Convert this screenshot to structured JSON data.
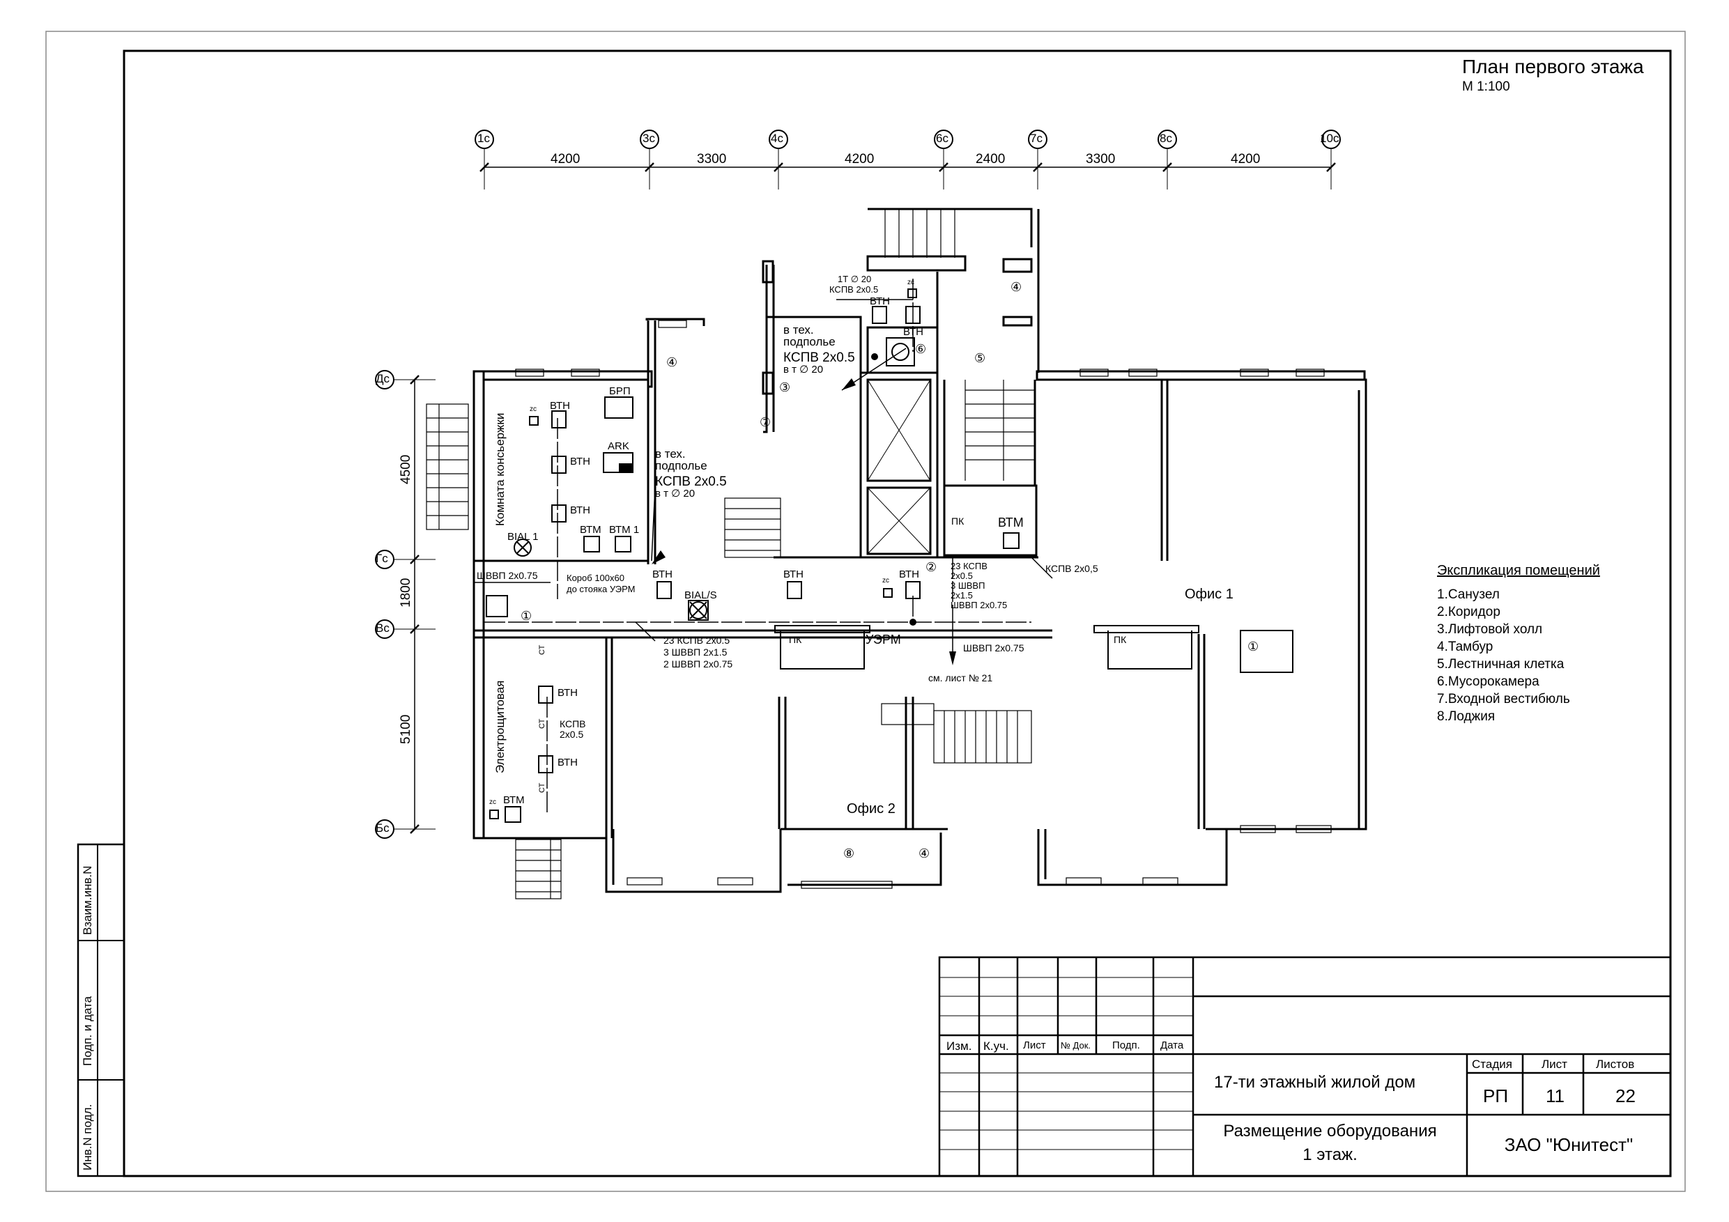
{
  "drawing": {
    "title": "План первого этажа",
    "scale": "М 1:100"
  },
  "grid_axes": {
    "columns": [
      "1с",
      "3с",
      "4с",
      "6с",
      "7с",
      "8с",
      "10с"
    ],
    "column_spacing": [
      "4200",
      "3300",
      "4200",
      "2400",
      "3300",
      "4200"
    ],
    "rows": [
      "Дс",
      "Гс",
      "Вс",
      "Бс"
    ],
    "row_spacing": [
      "4500",
      "1800",
      "5100"
    ]
  },
  "rooms": {
    "concierge": "Комната консьержки",
    "electrical": "Электрощитовая",
    "office1": "Офис 1",
    "office2": "Офис 2",
    "numbers": [
      "①",
      "②",
      "③",
      "④",
      "⑤",
      "⑥",
      "⑦",
      "⑧"
    ]
  },
  "equipment": {
    "vtn": "ВТН",
    "vtm": "ВТМ",
    "vtm1": "ВТМ 1",
    "zc": "zc",
    "ct": "СТ",
    "brp": "БРП",
    "ark": "ARK",
    "bial1": "BIAL 1",
    "bials": "BIAL/S",
    "pk": "ПК",
    "uerm": "УЭРМ"
  },
  "annotations": {
    "tech_basement_1": [
      "в тех.",
      "подполье",
      "КСПВ 2х0.5",
      "в т ∅ 20"
    ],
    "tech_basement_2": [
      "в тех.",
      "подполье",
      "КСПВ 2х0.5",
      "в т ∅ 20"
    ],
    "top_cable": [
      "1Т ∅ 20",
      "КСПВ 2х0.5"
    ],
    "shvvp_left": "ШВВП 2х0.75",
    "korob": [
      "Короб 100х60",
      "до стояка УЭРМ"
    ],
    "bundle_left": [
      "23 КСПВ 2х0.5",
      "3 ШВВП 2х1.5",
      "2 ШВВП 2х0.75"
    ],
    "bundle_right": [
      "23 КСПВ",
      "2х0.5",
      "3 ШВВП",
      "2х1.5",
      "ШВВП 2х0.75"
    ],
    "kspv_right": "КСПВ 2х0,5",
    "shvvp_uerm": "ШВВП 2х0.75",
    "see_sheet": "см. лист № 21",
    "kspv_electric": [
      "КСПВ",
      "2х0.5"
    ]
  },
  "legend": {
    "title": "Экспликация помещений",
    "items": [
      "1.Санузел",
      "2.Коридор",
      "3.Лифтовой холл",
      "4.Тамбур",
      "5.Лестничная клетка",
      "6.Мусорокамера",
      "7.Входной вестибюль",
      "8.Лоджия"
    ]
  },
  "side_stamp": {
    "vzaim": "Взаим.инв.N",
    "podp": "Подп. и дата",
    "inv": "Инв.N подл."
  },
  "title_block": {
    "headers": [
      "Изм.",
      "К.уч.",
      "Лист",
      "№ Док.",
      "Подп.",
      "Дата"
    ],
    "project": "17-ти этажный жилой дом",
    "sheet_title_1": "Размещение оборудования",
    "sheet_title_2": "1 этаж.",
    "stage_label": "Стадия",
    "sheet_label": "Лист",
    "sheets_label": "Листов",
    "stage": "РП",
    "sheet": "11",
    "sheets": "22",
    "company": "ЗАО \"Юнитест\""
  }
}
